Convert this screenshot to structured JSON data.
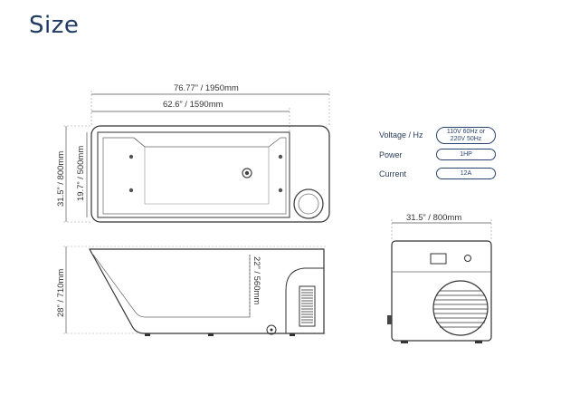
{
  "title": "Size",
  "dimensions": {
    "top_length": "76.77”  / 1950mm",
    "inner_length": "62.6”  / 1590mm",
    "top_width": "31.5” / 800mm",
    "inner_width": "19.7” / 500mm",
    "side_height": "28” / 710mm",
    "inner_depth": "22” / 560mm",
    "pump_width": "31.5”  / 800mm"
  },
  "specs": {
    "voltage_label": "Voltage / Hz",
    "voltage_line1": "110V 60Hz  or",
    "voltage_line2": "220V 50Hz",
    "power_label": "Power",
    "power_value": "1HP",
    "current_label": "Current",
    "current_value": "12A"
  },
  "colors": {
    "title": "#1f3a63",
    "pill_border": "#2a4470",
    "line": "#333333"
  }
}
